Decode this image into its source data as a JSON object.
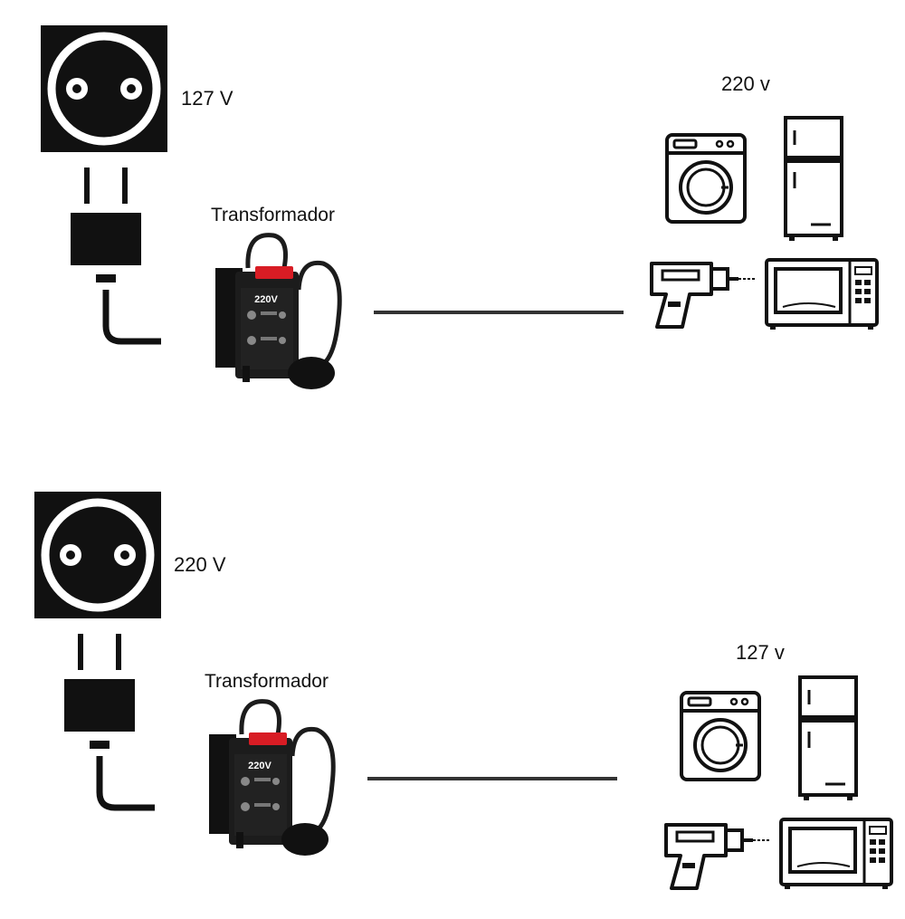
{
  "diagrams": [
    {
      "source_voltage": "127 V",
      "transformer_label": "Transformador",
      "transformer_badge": "220V",
      "output_voltage": "220 v",
      "appliances": [
        "washing-machine-icon",
        "refrigerator-icon",
        "drill-icon",
        "microwave-icon"
      ]
    },
    {
      "source_voltage": "220 V",
      "transformer_label": "Transformador",
      "transformer_badge": "220V",
      "output_voltage": "127 v",
      "appliances": [
        "washing-machine-icon",
        "refrigerator-icon",
        "drill-icon",
        "microwave-icon"
      ]
    }
  ],
  "colors": {
    "icon": "#111111",
    "transformer_body": "#1c1c1c",
    "transformer_accent": "#d81c24",
    "connector_line": "#333333"
  }
}
